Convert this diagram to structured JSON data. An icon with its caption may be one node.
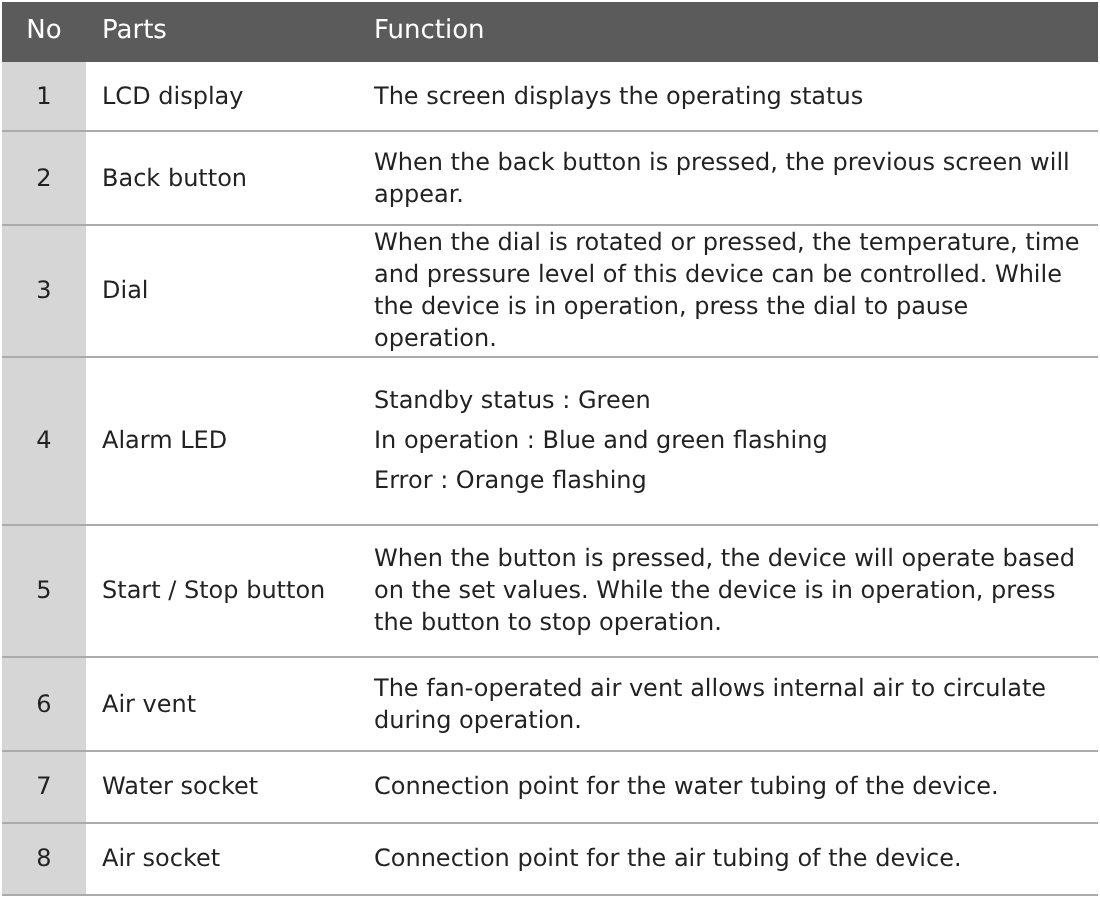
{
  "diagram": {
    "labels": [
      "No",
      "Parts",
      "Function",
      "1",
      "LCD display",
      "The screen displays the operating status",
      "2",
      "Back button",
      "When the back button is pressed, the previous screen will appear.",
      "3",
      "Dial",
      "When the dial is rotated or pressed, the temperature, time and pressure level of this device can be controlled. While the device is in operation, press the dial to pause operation.",
      "4",
      "Alarm LED",
      "Standby status : Green",
      "In operation : Blue and green flashing",
      "Error : Orange flashing",
      "5",
      "Start / Stop button",
      "When the button is pressed, the device will operate based on the set values. While the device is in operation, press the button to stop operation.",
      "6",
      "Air vent",
      "The fan-operated air vent allows internal air to circulate during operation.",
      "7",
      "Water socket",
      "Connection point for the water tubing of the device.",
      "8",
      "Air socket",
      "Connection point for the air tubing of the device."
    ]
  }
}
